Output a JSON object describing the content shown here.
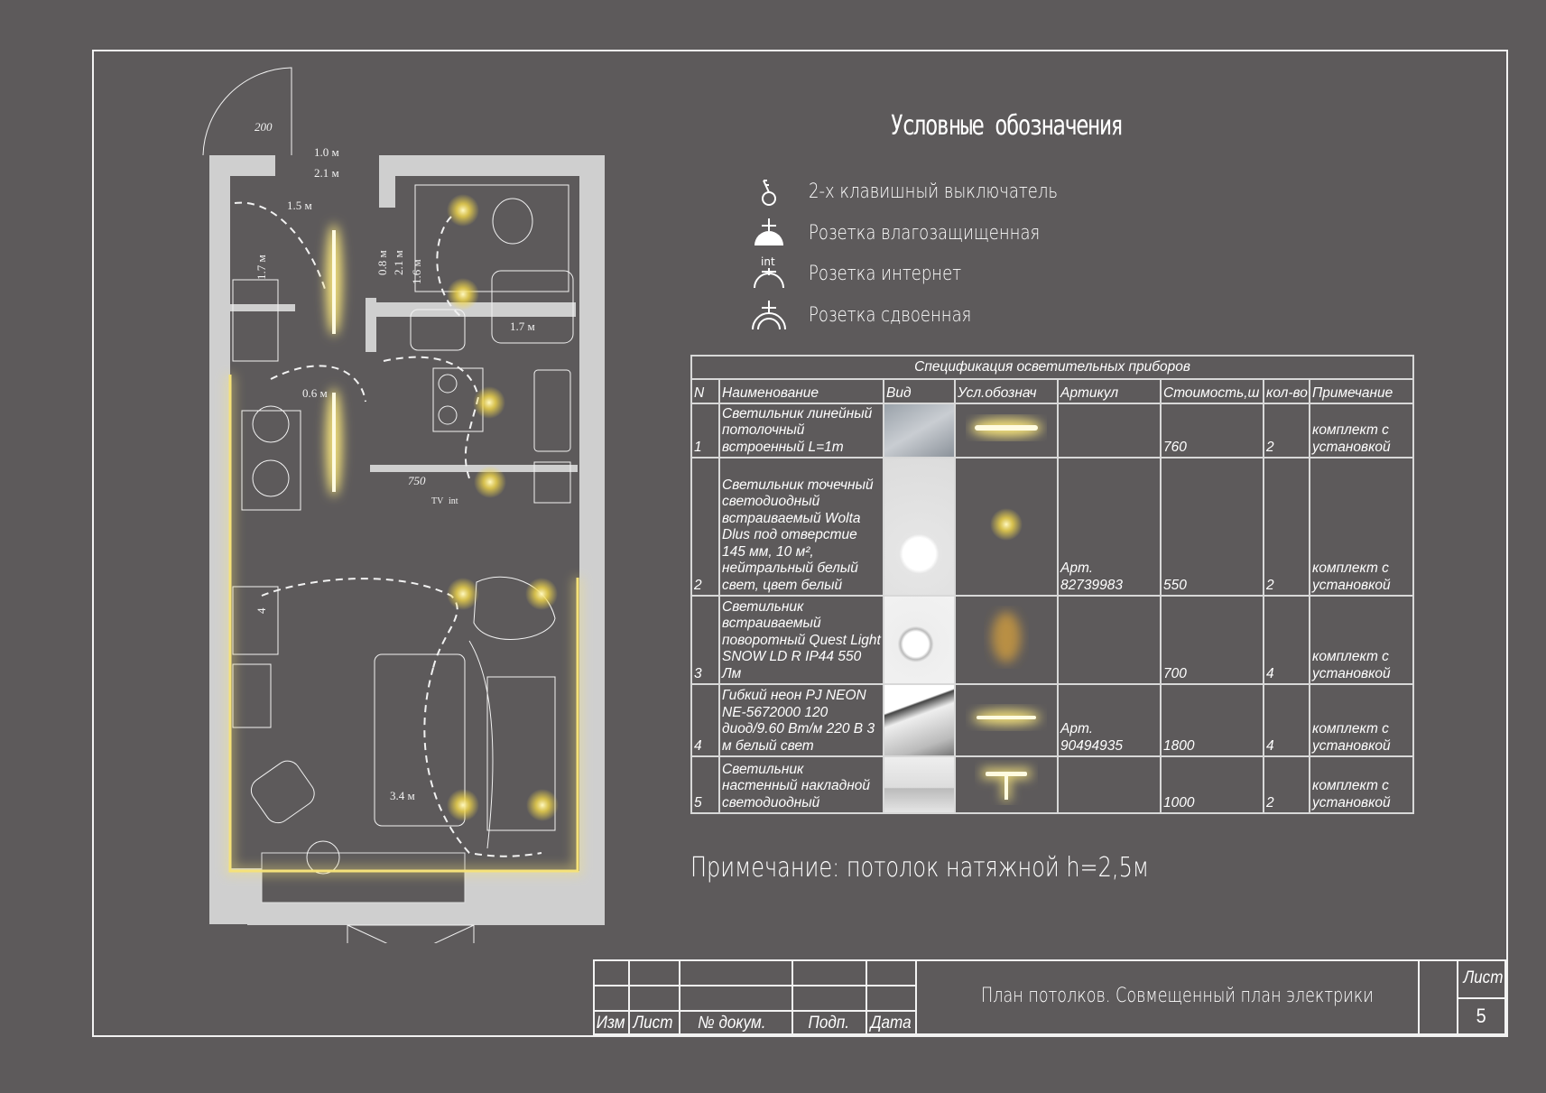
{
  "plan": {
    "dims": {
      "d200": "200",
      "d1_0": "1.0 м",
      "d2_1": "2.1 м",
      "d1_5": "1.5 м",
      "d0_8": "0.8 м",
      "d2_1b": "2.1 м",
      "d1_6": "1.6 м",
      "d1_7": "1.7 м",
      "d1_7b": "1.7 м",
      "d0_6": "0.6 м",
      "d750": "750",
      "d4": "4",
      "d3_4": "3.4 м"
    },
    "socket_labels": {
      "tv": "TV",
      "int": "int"
    }
  },
  "legend": {
    "title": "Условные обозначения",
    "items": [
      {
        "icon": "double-switch-icon",
        "label": "2-х клавишный выключатель"
      },
      {
        "icon": "waterproof-socket-icon",
        "label": "Розетка влагозащищенная"
      },
      {
        "icon": "internet-socket-icon",
        "label": "Розетка интернет",
        "icon_text": "int"
      },
      {
        "icon": "double-socket-icon",
        "label": "Розетка сдвоенная"
      }
    ]
  },
  "spec": {
    "title": "Спецификация осветительных приборов",
    "headers": [
      "N",
      "Наименование",
      "Вид",
      "Усл.обознач",
      "Артикул",
      "Стоимость,ш",
      "кол-во",
      "Примечание"
    ],
    "rows": [
      {
        "n": "1",
        "name": "Светильник линейный потолочный встроенный L=1m",
        "symbol": "linear",
        "article": "",
        "price": "760",
        "qty": "2",
        "note": "комплект с установкой"
      },
      {
        "n": "2",
        "name": "Светильник точечный светодиодный встраиваемый Wolta Dlus под отверстие 145 мм, 10 м², нейтральный белый свет, цвет белый",
        "symbol": "spot",
        "article": "Арт. 82739983",
        "price": "550",
        "qty": "2",
        "note": "комплект с установкой"
      },
      {
        "n": "3",
        "name": "Светильник встраиваемый поворотный Quest Light SNOW LD R IP44 550 Лм",
        "symbol": "rotary",
        "article": "",
        "price": "700",
        "qty": "4",
        "note": "комплект с установкой"
      },
      {
        "n": "4",
        "name": "Гибкий неон PJ NEON NE-5672000 120 диод/9.60 Вт/м 220 В 3 м белый свет",
        "symbol": "neon",
        "article": "Арт. 90494935",
        "price": "1800",
        "qty": "4",
        "note": "комплект с установкой"
      },
      {
        "n": "5",
        "name": "Светильник настенный накладной светодиодный",
        "symbol": "wall",
        "article": "",
        "price": "1000",
        "qty": "2",
        "note": "комплект с установкой"
      }
    ]
  },
  "note": "Примечание: потолок натяжной h=2,5м",
  "title_block": {
    "labels": [
      "Изм",
      "Лист",
      "№ докум.",
      "Подп.",
      "Дата"
    ],
    "title": "План потолков. Совмещенный план электрики",
    "sheet_label": "Лист",
    "sheet_number": "5"
  },
  "colors": {
    "background": "#5d5a5b",
    "wall": "#cfcfcf",
    "light": "#f5e27a",
    "line": "#f2f2f2"
  }
}
